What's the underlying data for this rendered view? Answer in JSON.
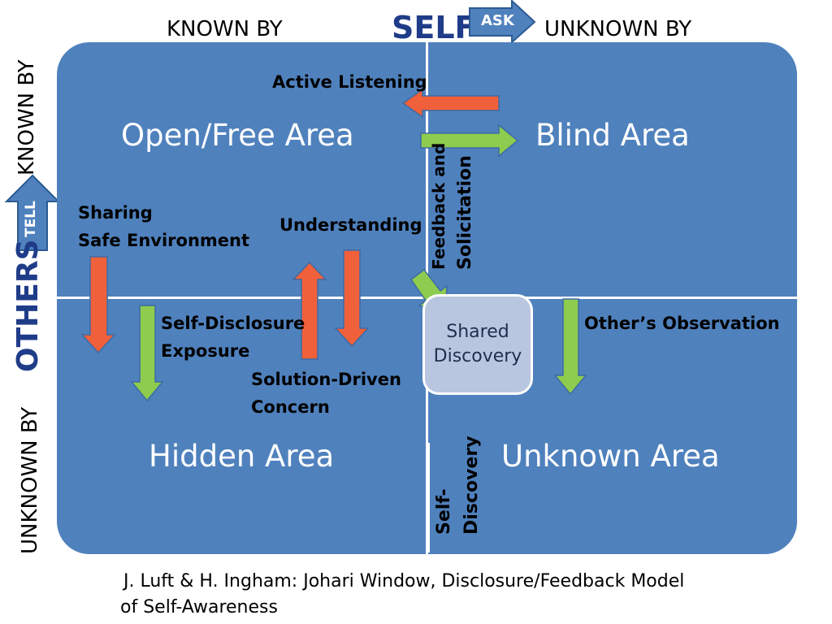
{
  "top_axis": {
    "left_label": "KNOWN  BY",
    "title": "SELF",
    "ask_label": "ASK",
    "right_label": "UNKNOWN BY"
  },
  "left_axis": {
    "top_label": "KNOWN BY",
    "tell_label": "TELL",
    "title": "OTHERS",
    "bottom_label": "UNKNOWN  BY"
  },
  "quadrants": {
    "open": "Open/Free Area",
    "blind": "Blind Area",
    "hidden": "Hidden Area",
    "unknown": "Unknown Area"
  },
  "labels": {
    "active_listening": "Active Listening",
    "sharing": "Sharing",
    "safe_environment": "Safe Environment",
    "understanding": "Understanding",
    "feedback_line1": "Feedback and",
    "feedback_line2": "Solicitation",
    "self_disclosure": "Self-Disclosure",
    "exposure": "Exposure",
    "solution_driven": "Solution-Driven",
    "concern": "Concern",
    "others_observation": "Other’s Observation",
    "self_discovery_line1": "Self-",
    "self_discovery_line2": "Discovery"
  },
  "shared_discovery": {
    "line1": "Shared",
    "line2": "Discovery"
  },
  "footer": {
    "line1": "J. Luft & H. Ingham: Johari Window, Disclosure/Feedback Model",
    "line2": "of Self-Awareness"
  },
  "colors": {
    "panel": "#4f81bd",
    "arrow_orange": "#f0603a",
    "arrow_green": "#8dcc4e",
    "navy": "#1f3c88",
    "shared_box": "#b9c6e0"
  }
}
